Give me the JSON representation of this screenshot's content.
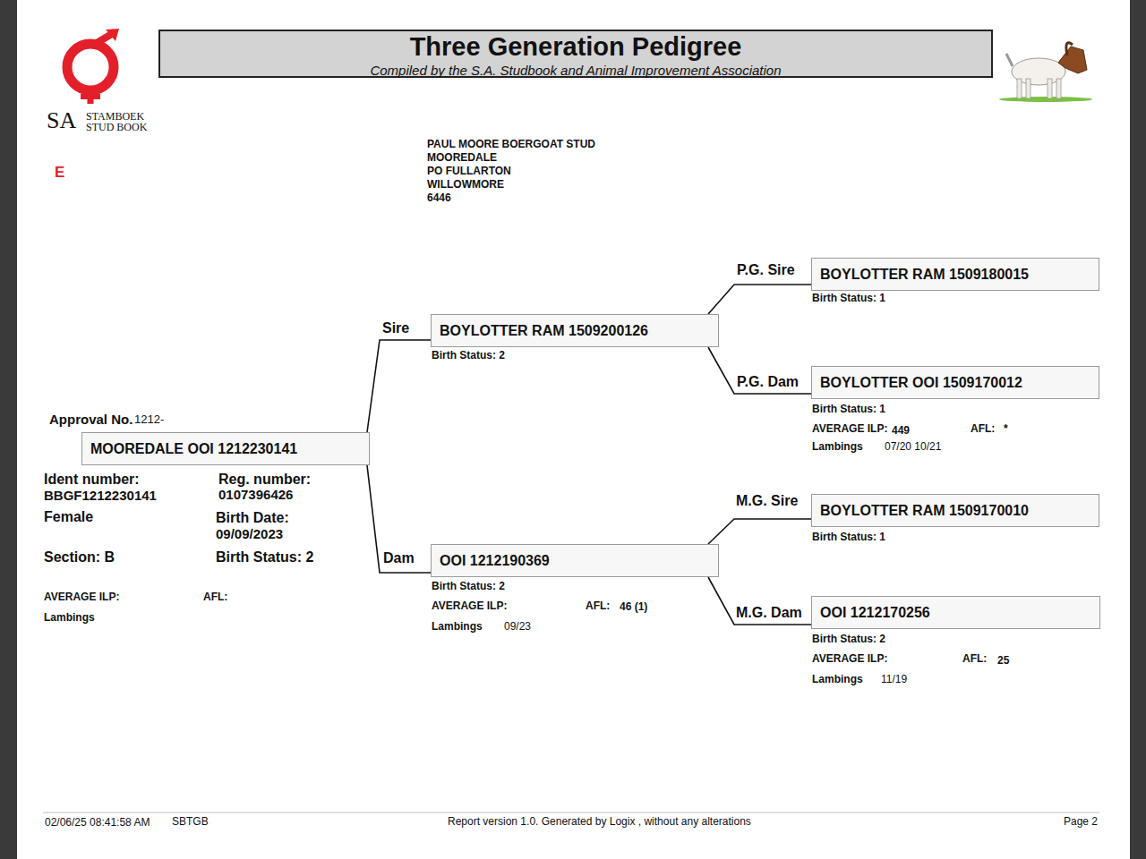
{
  "diagram": {
    "title": "Three Generation Pedigree",
    "nodes": [
      {
        "text": [
          "MOOREDALE OOI 1212230141"
        ]
      },
      {
        "text": [
          "BOYLOTTER RAM 1509200126"
        ]
      },
      {
        "text": [
          "OOI 1212190369"
        ]
      },
      {
        "text": [
          "BOYLOTTER RAM 1509180015"
        ]
      },
      {
        "text": [
          "BOYLOTTER OOI 1509170012"
        ]
      },
      {
        "text": [
          "BOYLOTTER RAM 1509170010"
        ]
      },
      {
        "text": [
          "OOI 1212170256"
        ]
      }
    ],
    "edges": [
      {
        "from": 0,
        "to": 1,
        "arrow": "none"
      },
      {
        "from": 0,
        "to": 2,
        "arrow": "none"
      },
      {
        "from": 1,
        "to": 3,
        "arrow": "none"
      },
      {
        "from": 1,
        "to": 4,
        "arrow": "none"
      },
      {
        "from": 2,
        "to": 5,
        "arrow": "none"
      },
      {
        "from": 2,
        "to": 6,
        "arrow": "none"
      }
    ],
    "labels": [
      "Compiled by the S.A. Studbook and Animal Improvement Association",
      "SA",
      "STAMBOEK",
      "STUD BOOK",
      "E",
      "PAUL MOORE BOERGOAT STUD",
      "MOOREDALE",
      "PO FULLARTON",
      "WILLOWMORE",
      "6446",
      "Approval No.",
      "1212-",
      "Ident number:",
      "BBGF1212230141",
      "Reg. number:",
      "0107396426",
      "Female",
      "Birth Date:",
      "09/09/2023",
      "Section: B",
      "Birth Status: 2",
      "AVERAGE ILP:",
      "AFL:",
      "Lambings",
      "Sire",
      "Birth Status: 2",
      "Dam",
      "Birth Status: 2",
      "AVERAGE ILP:",
      "AFL:",
      "46 (1)",
      "Lambings",
      "09/23",
      "P.G. Sire",
      "Birth Status: 1",
      "P.G. Dam",
      "Birth Status: 1",
      "AVERAGE ILP:",
      "449",
      "AFL:",
      "*",
      "Lambings",
      "07/20 10/21",
      "M.G. Sire",
      "Birth Status: 1",
      "M.G. Dam",
      "Birth Status: 2",
      "AVERAGE ILP:",
      "AFL:",
      "25",
      "Lambings",
      "11/19",
      "02/06/25 08:41:58 AM",
      "SBTGB",
      "Report version 1.0. Generated by Logix , without any alterations",
      "Page 2"
    ]
  }
}
